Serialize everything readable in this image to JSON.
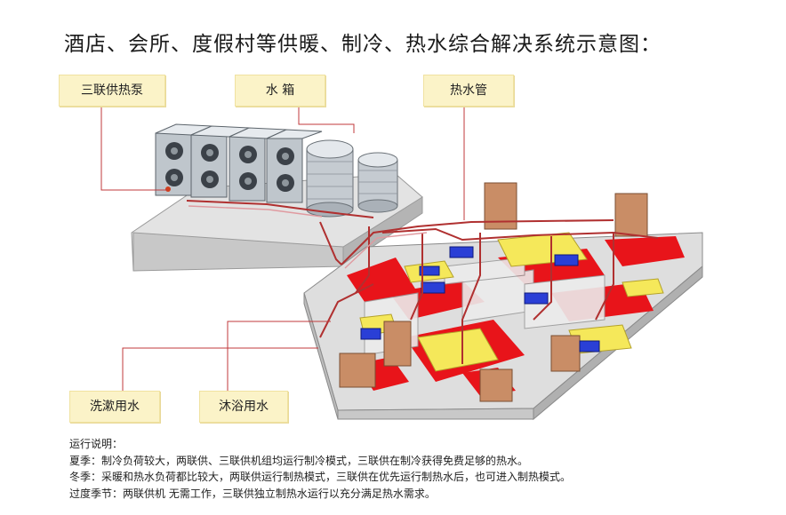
{
  "title": "酒店、会所、度假村等供暖、制冷、热水综合解决系统示意图：",
  "labels": {
    "heat_pump": "三联供热泵",
    "water_tank": "水  箱",
    "hot_water_pipe": "热水管",
    "washing_water": "洗漱用水",
    "bathing_water": "沐浴用水"
  },
  "notes": {
    "heading": "运行说明：",
    "summer": "夏季：制冷负荷较大，两联供、三联供机组均运行制冷模式，三联供在制冷获得免费足够的热水。",
    "winter": "冬季：采暖和热水负荷都比较大，两联供运行制热模式，三联供在优先运行制热水后，也可进入制热模式。",
    "transition": "过度季节：两联供机 无需工作，三联供独立制热水运行以充分满足热水需求。"
  },
  "colors": {
    "leader_line": "#c0393b",
    "pipe": "#b03030",
    "floor_red": "#e8141a",
    "furniture_yellow": "#f5e85a",
    "cabinet_brown": "#c98d66",
    "wall_gray": "#d9d9d9",
    "callout_bg": "#fbf3c8",
    "fan_coil_blue": "#2a3fd6"
  }
}
